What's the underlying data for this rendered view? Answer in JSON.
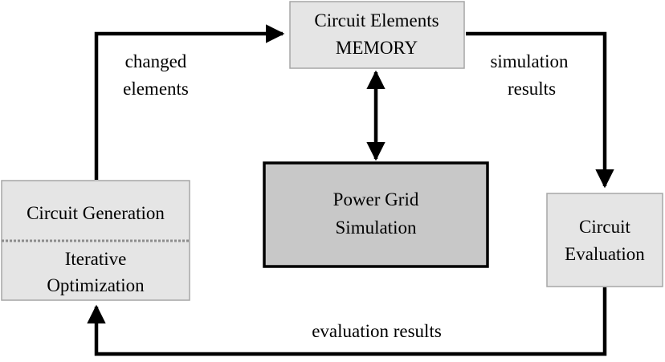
{
  "colors": {
    "box_fill_light": "#e5e5e5",
    "box_fill_dark": "#c8c8c8",
    "box_stroke": "#a6a6a6",
    "center_stroke": "#000000",
    "divider": "#8c8c8c",
    "arrow": "#000000",
    "background": "#ffffff"
  },
  "nodes": {
    "memory": {
      "line1": "Circuit Elements",
      "line2": "MEMORY"
    },
    "simulation": {
      "line1": "Power Grid",
      "line2": "Simulation"
    },
    "evaluation": {
      "line1": "Circuit",
      "line2": "Evaluation"
    },
    "generation": {
      "top": "Circuit Generation",
      "bottom_line1": "Iterative",
      "bottom_line2": "Optimization"
    }
  },
  "edges": {
    "generation_to_memory": {
      "label_line1": "changed",
      "label_line2": "elements"
    },
    "memory_to_evaluation": {
      "label_line1": "simulation",
      "label_line2": "results"
    },
    "evaluation_to_generation": {
      "label": "evaluation results"
    },
    "memory_simulation": {
      "direction": "bidirectional"
    }
  }
}
